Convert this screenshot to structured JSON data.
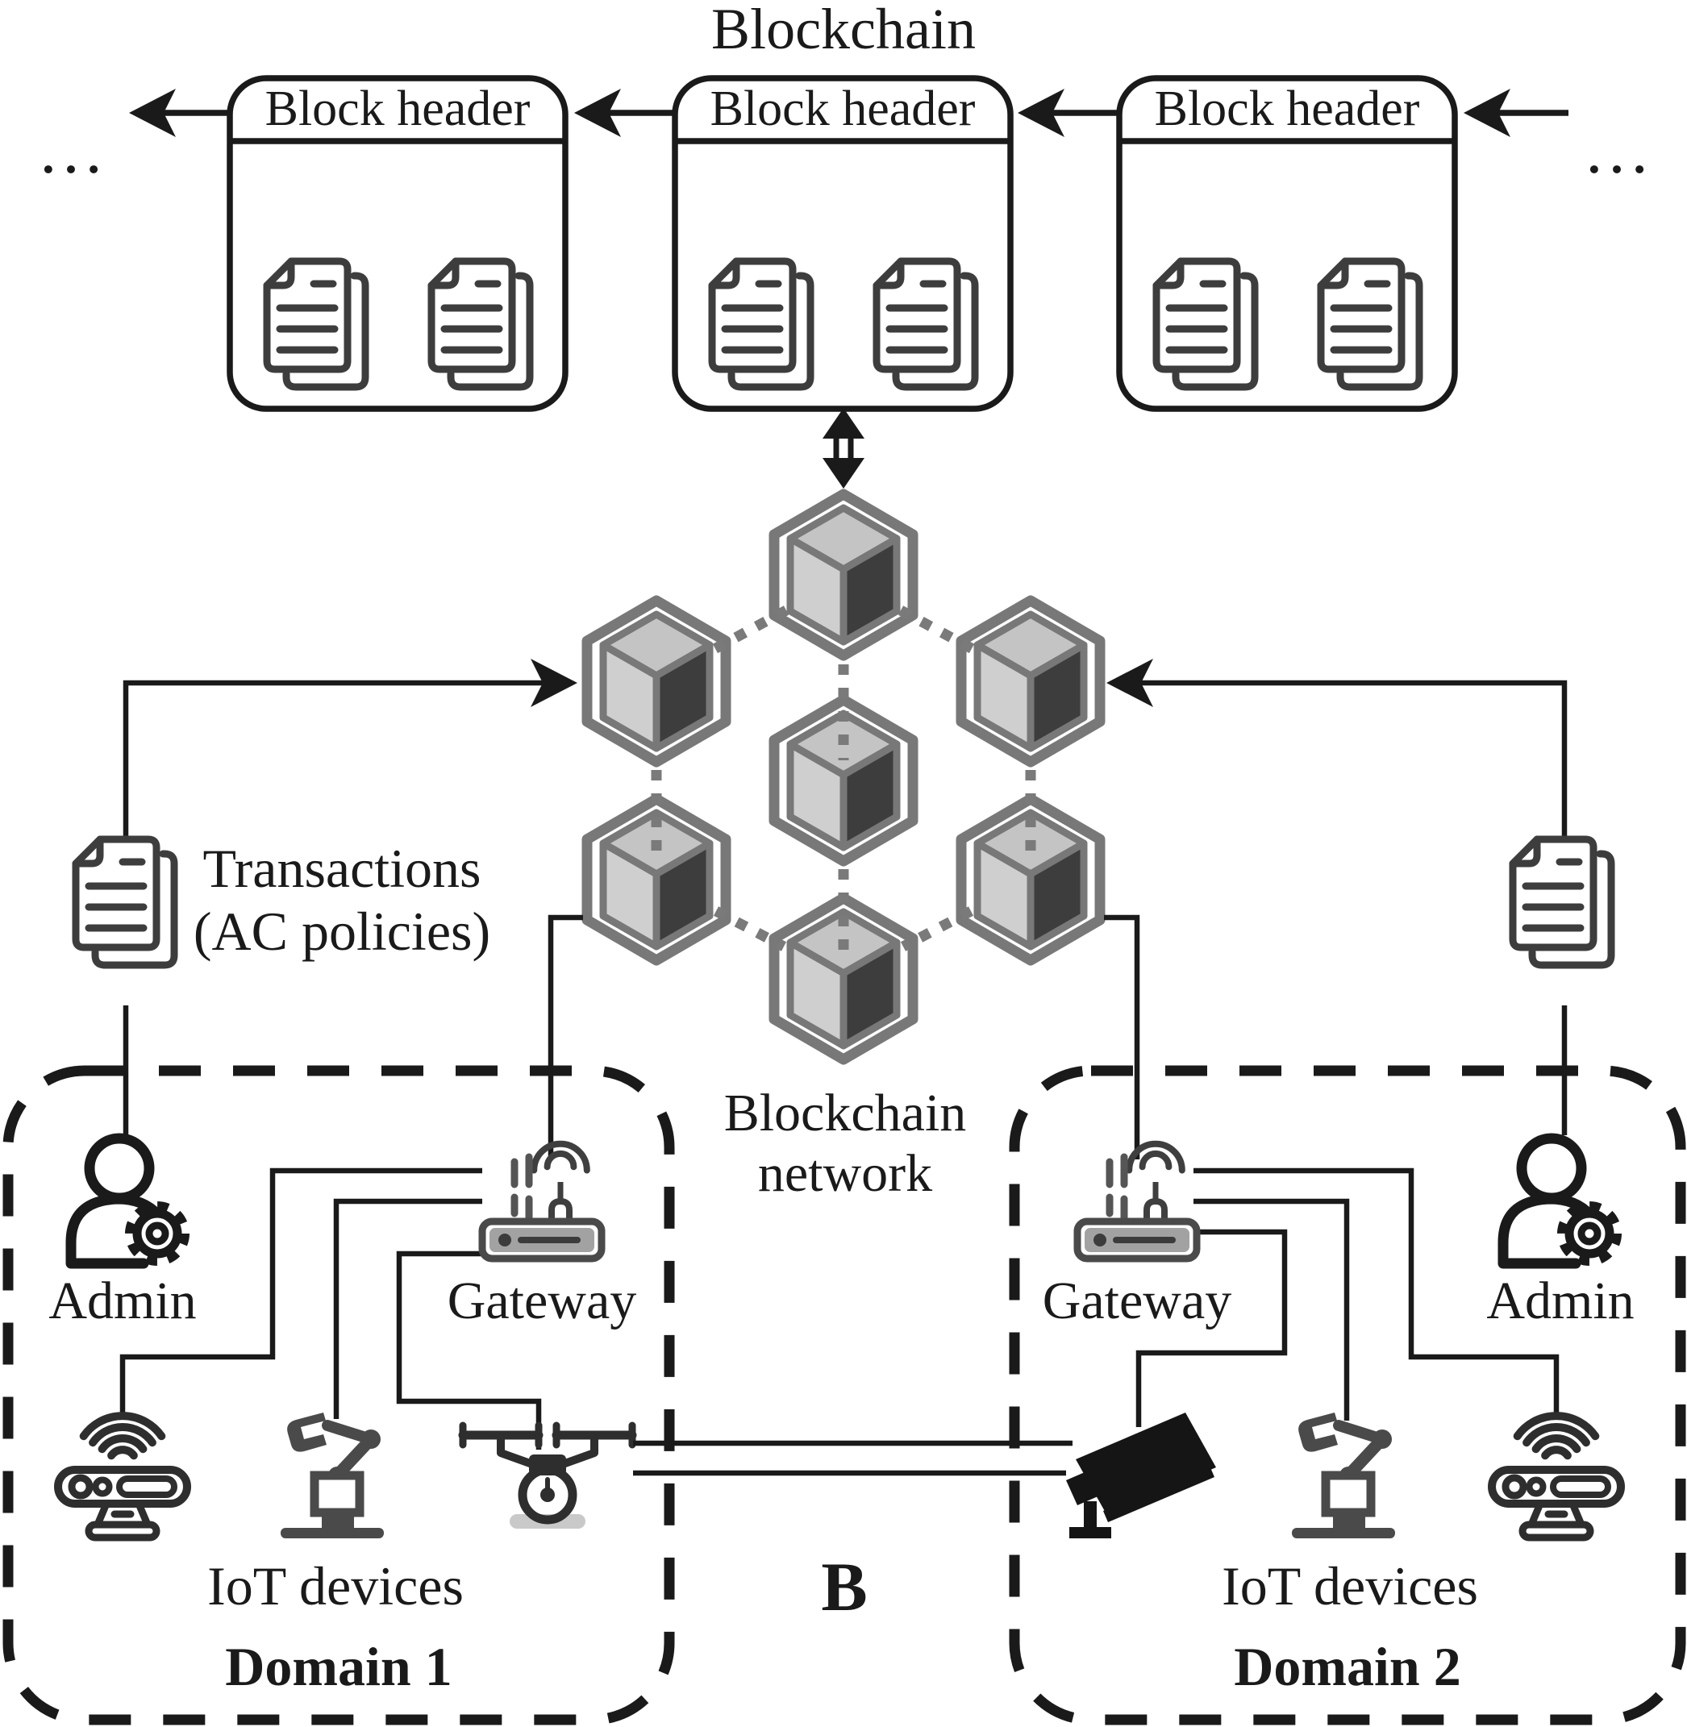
{
  "title": "Blockchain",
  "chain": {
    "ellipsis_left": "…",
    "ellipsis_right": "…",
    "blocks": [
      {
        "label": "Block header"
      },
      {
        "label": "Block header"
      },
      {
        "label": "Block header"
      }
    ]
  },
  "legend": {
    "transactions_line1": "Transactions",
    "transactions_line2": "(AC policies)"
  },
  "network": {
    "label_line1": "Blockchain",
    "label_line2": "network"
  },
  "bridge": {
    "label": "B"
  },
  "domain1": {
    "name": "Domain 1",
    "admin_label": "Admin",
    "gateway_label": "Gateway",
    "iot_label": "IoT devices"
  },
  "domain2": {
    "name": "Domain 2",
    "admin_label": "Admin",
    "gateway_label": "Gateway",
    "iot_label": "IoT devices"
  },
  "colors": {
    "ink": "#1a1a1a",
    "dotted_link": "#7a7a7a",
    "cube_outline": "#787878",
    "cube_top": "#c4c4c4",
    "cube_left": "#cfcfcf",
    "cube_front": "#3d3d3d",
    "icon": "#2e2e2e",
    "icon_alt": "#4a4a4a",
    "router_fill": "#a2a2a2",
    "drone_pad": "#c9c9c9"
  }
}
